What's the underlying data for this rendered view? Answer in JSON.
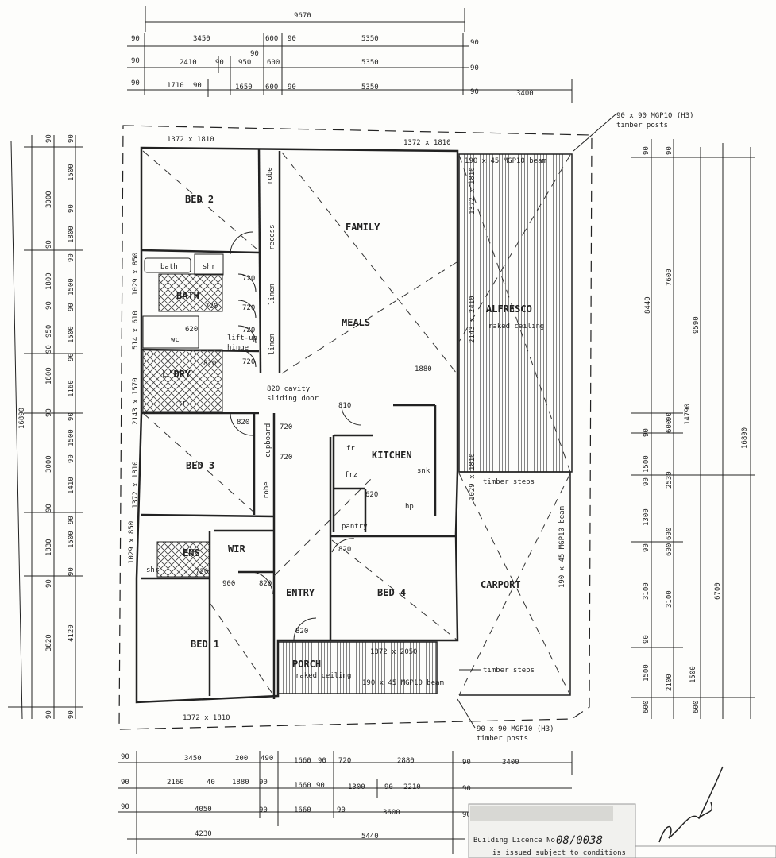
{
  "rooms": {
    "bed2": "BED 2",
    "family": "FAMILY",
    "meals": "MEALS",
    "alfresco": "ALFRESCO",
    "alfresco_note": "raked ceiling",
    "bath": "BATH",
    "bath_small": "bath",
    "shr": "shr",
    "wc": "wc",
    "ldry": "L'DRY",
    "tr": "tr",
    "bed3": "BED 3",
    "kitchen": "KITCHEN",
    "snk": "snk",
    "hp": "hp",
    "fr": "fr",
    "frz": "frz",
    "pantry": "pantry",
    "ens": "ENS",
    "wir": "WIR",
    "entry": "ENTRY",
    "bed4": "BED 4",
    "carport": "CARPORT",
    "porch": "PORCH",
    "porch_note": "raked ceiling",
    "bed1": "BED 1",
    "robe1": "robe",
    "robe2": "robe",
    "recess": "recess",
    "linen1": "linen",
    "linen2": "linen",
    "cupboard": "cupboard"
  },
  "notes": {
    "post_top": "90 x 90 MGP10 (H3)",
    "post_top2": "timber posts",
    "post_bot": "90 x 90 MGP10 (H3)",
    "post_bot2": "timber posts",
    "beam_top": "190 x 45 MGP10 beam",
    "beam_right": "190 x 45 MGP10 beam",
    "beam_porch": "190 x 45 MGP10 beam",
    "steps1": "timber steps",
    "steps2": "timber steps",
    "cavity1": "820 cavity",
    "cavity2": "sliding door",
    "liftup1": "lift-up",
    "liftup2": "hinge",
    "stamp1": "Building Licence No.",
    "stamp_no": "08/0038",
    "stamp2": "is issued subject to conditions"
  },
  "windows": {
    "w_top_left": "1372 x 1810",
    "w_top_mid": "1372 x 1810",
    "w_bot": "1372 x 1810",
    "w_porch": "1372 x 2050",
    "w_alf1": "1372 x 1810",
    "w_alf2": "2143 x 2410",
    "w_kit": "1029 x 1810",
    "w_l1": "1029 x 850",
    "w_l2": "514 x 610",
    "w_l3": "2143 x 1570",
    "w_l4": "1372 x 1810",
    "w_l5": "1029 x 850"
  },
  "doors": {
    "d1": "720",
    "d2": "720",
    "d3": "720",
    "d4": "720",
    "d5": "720",
    "d6": "620",
    "d7": "820",
    "d8": "820",
    "d9": "720",
    "d10": "720",
    "d11": "620",
    "d12": "820",
    "d13": "720",
    "d14": "900",
    "d15": "820",
    "d16": "820",
    "d17": "810",
    "d18": "1880"
  },
  "top_dims": {
    "overall": "9670",
    "r1": [
      "90",
      "3450",
      "600",
      "90",
      "5350",
      "90"
    ],
    "r2": [
      "90",
      "2410",
      "90",
      "950",
      "600",
      "5350",
      "90"
    ],
    "r2b": "90",
    "r3": [
      "90",
      "1710",
      "90",
      "1650",
      "600",
      "90",
      "5350",
      "90",
      "3400"
    ]
  },
  "bottom_dims": {
    "r1": [
      "90",
      "3450",
      "200",
      "490",
      "1660",
      "90",
      "720",
      "2880",
      "90",
      "3400"
    ],
    "r2": [
      "90",
      "2160",
      "40",
      "1880",
      "90",
      "1660",
      "90",
      "1300",
      "90",
      "2210",
      "90"
    ],
    "r3": [
      "90",
      "4050",
      "90",
      "1660",
      "90",
      "3600",
      "90"
    ],
    "r4": [
      "4230",
      "5440"
    ]
  },
  "left_dims": {
    "overall": "16890",
    "c1": [
      "90",
      "3000",
      "90",
      "1800",
      "90",
      "950",
      "90",
      "1800",
      "90",
      "3000",
      "90",
      "1830",
      "90",
      "3820",
      "90"
    ],
    "c2": [
      "90",
      "1500",
      "90",
      "1800",
      "90",
      "1500",
      "90",
      "1500",
      "90",
      "1160",
      "90",
      "1500",
      "90",
      "1410",
      "90",
      "1500",
      "90",
      "4120",
      "90"
    ]
  },
  "right_dims": {
    "c1": [
      "90",
      "7600",
      "90",
      "600",
      "90",
      "1500",
      "90",
      "1300",
      "90",
      "3100",
      "90",
      "1500",
      "600"
    ],
    "c2": [
      "90",
      "8440",
      "600",
      "2530",
      "600",
      "3100",
      "2100",
      "600"
    ],
    "c3": [
      "9590",
      "14790",
      "6700",
      "1500"
    ],
    "c4": "16890"
  }
}
